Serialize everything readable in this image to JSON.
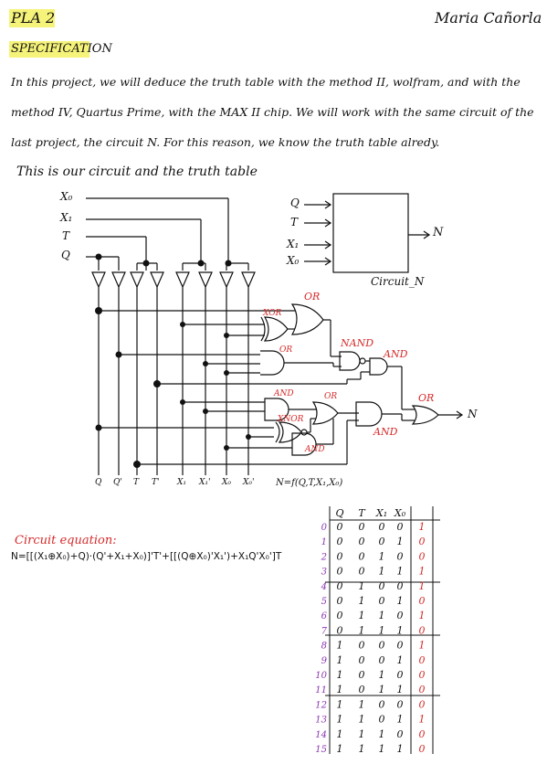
{
  "header": {
    "title": "PLA 2",
    "author": "Maria Cañorla",
    "section": "SPECIFICATION"
  },
  "intro": {
    "line1": "In this project, we will deduce the truth table with the method II, wolfram, and with the",
    "line2": "method IV, Quartus Prime, with the MAX II chip. We will work with the same circuit of the",
    "line3": "last project, the circuit N. For this reason, we know the truth table alredy.",
    "line4": "This is our circuit and the truth table"
  },
  "circuit": {
    "inputs": [
      "X₀",
      "X₁",
      "T",
      "Q"
    ],
    "gate_labels": {
      "or_top": "OR",
      "xor": "XOR",
      "or_mid": "OR",
      "nand": "NAND",
      "and_right": "AND",
      "and_low": "AND",
      "xnor": "XNOR",
      "or_low": "OR",
      "and_bottom": "AND",
      "and_final": "AND",
      "or_final": "OR"
    },
    "output": "N",
    "column_labels": [
      "Q",
      "Q'",
      "T",
      "T'",
      "X₁",
      "X₁'",
      "X₀",
      "X₀'"
    ],
    "function": "N=f(Q,T,X₁,X₀)"
  },
  "block": {
    "inputs": [
      "Q",
      "T",
      "X₁",
      "X₀"
    ],
    "output": "N",
    "name": "Circuit_N"
  },
  "equation": {
    "label": "Circuit equation:",
    "text": "N=[[(X₁⊕X₀)+Q)·(Q'+X₁+X₀)]'T'+[[(Q⊕X₀)'X₁')+X₁Q'X₀']T"
  },
  "truth_table": {
    "headers": [
      "Q",
      "T",
      "X₁",
      "X₀"
    ],
    "index": [
      "0",
      "1",
      "2",
      "3",
      "4",
      "5",
      "6",
      "7",
      "8",
      "9",
      "10",
      "11",
      "12",
      "13",
      "14",
      "15"
    ],
    "rows": [
      [
        "0",
        "0",
        "0",
        "0"
      ],
      [
        "0",
        "0",
        "0",
        "1"
      ],
      [
        "0",
        "0",
        "1",
        "0"
      ],
      [
        "0",
        "0",
        "1",
        "1"
      ],
      [
        "0",
        "1",
        "0",
        "0"
      ],
      [
        "0",
        "1",
        "0",
        "1"
      ],
      [
        "0",
        "1",
        "1",
        "0"
      ],
      [
        "0",
        "1",
        "1",
        "1"
      ],
      [
        "1",
        "0",
        "0",
        "0"
      ],
      [
        "1",
        "0",
        "0",
        "1"
      ],
      [
        "1",
        "0",
        "1",
        "0"
      ],
      [
        "1",
        "0",
        "1",
        "1"
      ],
      [
        "1",
        "1",
        "0",
        "0"
      ],
      [
        "1",
        "1",
        "0",
        "1"
      ],
      [
        "1",
        "1",
        "1",
        "0"
      ],
      [
        "1",
        "1",
        "1",
        "1"
      ]
    ],
    "output": [
      "1",
      "0",
      "0",
      "1",
      "1",
      "0",
      "1",
      "0",
      "1",
      "0",
      "0",
      "0",
      "0",
      "1",
      "0",
      "0"
    ]
  },
  "colors": {
    "highlight": "#f6f37a",
    "red": "#d62a2a",
    "purple": "#8b36b3"
  }
}
